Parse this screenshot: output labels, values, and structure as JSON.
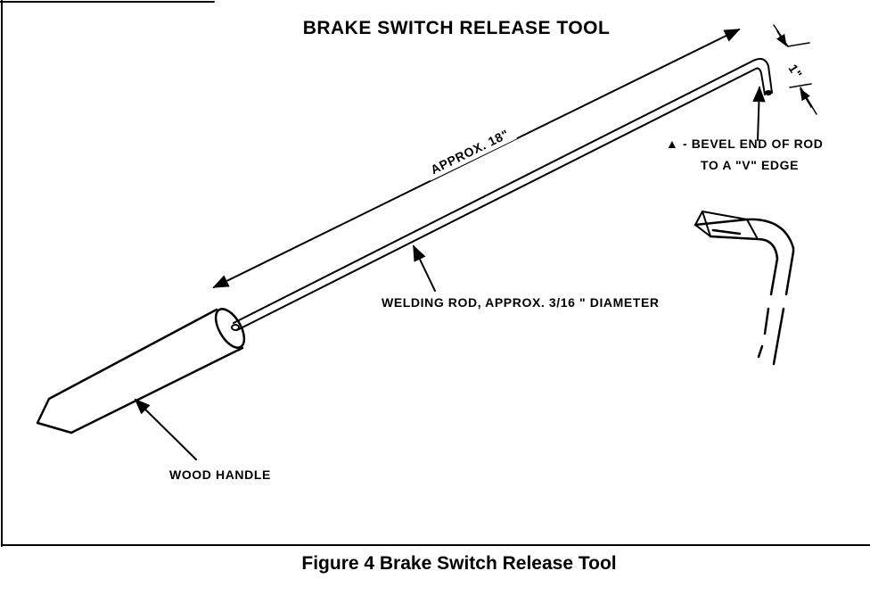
{
  "diagram": {
    "title": "BRAKE SWITCH RELEASE TOOL",
    "caption": "Figure 4  Brake Switch Release Tool",
    "labels": {
      "length": "APPROX. 18\"",
      "hook_length": "1\"",
      "bevel_line1": "▲  - BEVEL END OF ROD",
      "bevel_line2": "TO A \"V\" EDGE",
      "rod": "WELDING ROD, APPROX. 3/16 \" DIAMETER",
      "handle": "WOOD HANDLE"
    }
  }
}
